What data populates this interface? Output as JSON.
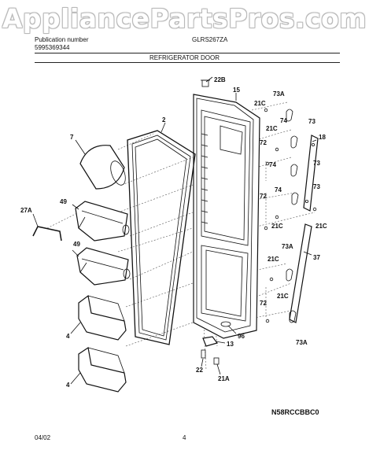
{
  "watermark": "AppliancePartsPros.com",
  "header": {
    "pub_label": "Publication number",
    "pub_number": "5995369344",
    "model": "GLRS267ZA",
    "section_title": "REFRIGERATOR DOOR"
  },
  "labels": {
    "l22b": "22B",
    "l15": "15",
    "l73a_top": "73A",
    "l21c_1": "21C",
    "l74_1": "74",
    "l73_1": "73",
    "l21c_2": "21C",
    "l18": "18",
    "l2": "2",
    "l7": "7",
    "l72_1": "72",
    "l74_2": "74",
    "l73_2": "73",
    "l74_3": "74",
    "l73_3": "73",
    "l72_2": "72",
    "l49_1": "49",
    "l27a": "27A",
    "l21c_3": "21C",
    "l21c_4": "21C",
    "l49_2": "49",
    "l73a_mid": "73A",
    "l37": "37",
    "l21c_5": "21C",
    "l72_3": "72",
    "l21c_6": "21C",
    "l4_1": "4",
    "l96": "96",
    "l13": "13",
    "l73a_bot": "73A",
    "l22": "22",
    "l21a": "21A",
    "l4_2": "4"
  },
  "diagram_code": "N58RCCBBC0",
  "footer": {
    "date": "04/02",
    "page": "4"
  }
}
